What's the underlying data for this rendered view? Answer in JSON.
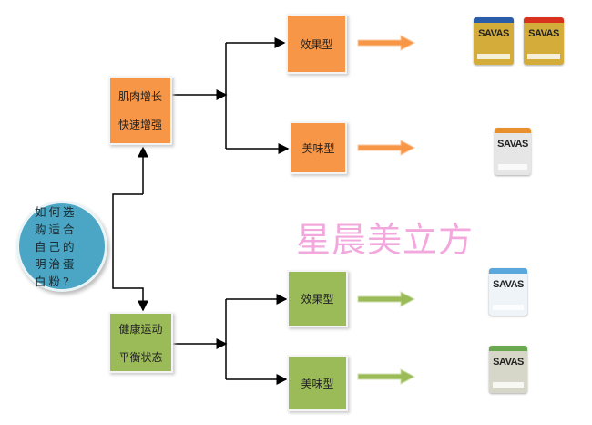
{
  "question": "如何选购适合自己的明治蛋白粉?",
  "groups": [
    {
      "line1": "肌肉增长",
      "line2": "快速增强",
      "color": "#f79646",
      "types": [
        {
          "label": "效果型"
        },
        {
          "label": "美味型"
        }
      ]
    },
    {
      "line1": "健康运动",
      "line2": "平衡状态",
      "color": "#9bbb59",
      "types": [
        {
          "label": "效果型"
        },
        {
          "label": "美味型"
        }
      ]
    }
  ],
  "watermark": "星晨美立方",
  "products": [
    {
      "brand": "SAVAS",
      "top": "#2a5da8",
      "body": "#d3ac3a"
    },
    {
      "brand": "SAVAS",
      "top": "#d8321f",
      "body": "#d3ac3a"
    },
    {
      "brand": "SAVAS",
      "top": "#e8902e",
      "body": "#e6e6e6"
    },
    {
      "brand": "SAVAS",
      "top": "#5aa7dc",
      "body": "#eef4f8"
    },
    {
      "brand": "SAVAS",
      "top": "#6aa84f",
      "body": "#d7d7c9"
    }
  ]
}
